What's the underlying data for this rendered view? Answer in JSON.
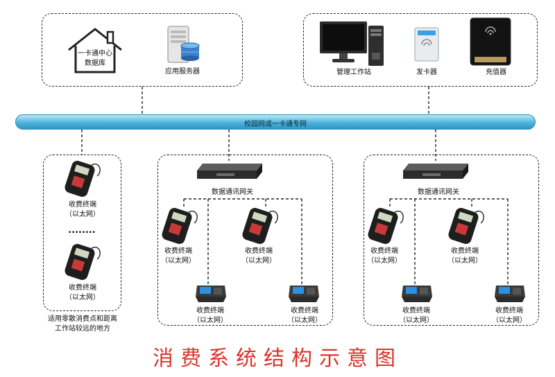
{
  "diagram": {
    "backbone_label": "校园网或一卡通专网",
    "center": {
      "datacenter_line1": "一卡通中心",
      "datacenter_line2": "数据库",
      "app_server": "应用服务器"
    },
    "devices": {
      "workstation": "管理工作站",
      "card_issuer": "发卡器",
      "recharger": "充值器"
    },
    "remote": {
      "terminal_name": "收费终端",
      "terminal_net": "（以太网）",
      "ellipsis": "........",
      "note_line1": "适用零散消费点和距离",
      "note_line2": "工作站较远的地方"
    },
    "group": {
      "gateway": "数据通讯网关",
      "terminal_name": "收费终端",
      "terminal_net": "（以太网）"
    },
    "title": "消费系统结构示意图"
  },
  "colors": {
    "bus": "#4cb3dd",
    "title": "#d9342b",
    "line": "#222222"
  },
  "icons": [
    "house-icon",
    "server-icon",
    "monitor-icon",
    "pc-tower-icon",
    "card-reader-icon",
    "recharger-icon",
    "pos-terminal-icon",
    "gateway-icon",
    "desk-terminal-icon"
  ]
}
